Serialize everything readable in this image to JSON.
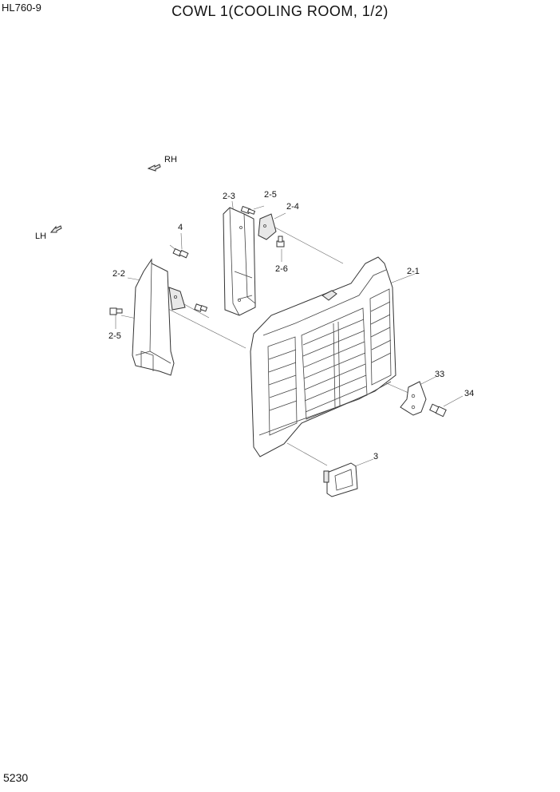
{
  "header": {
    "model": "HL760-9",
    "title": "COWL 1(COOLING ROOM, 1/2)"
  },
  "footer": {
    "page_number": "5230"
  },
  "orientation": {
    "rh": "RH",
    "lh": "LH"
  },
  "callouts": {
    "c2_1": "2-1",
    "c2_2": "2-2",
    "c2_3": "2-3",
    "c2_4": "2-4",
    "c2_5_top": "2-5",
    "c2_5_left": "2-5",
    "c2_6": "2-6",
    "c3": "3",
    "c4": "4",
    "c33": "33",
    "c34": "34"
  }
}
